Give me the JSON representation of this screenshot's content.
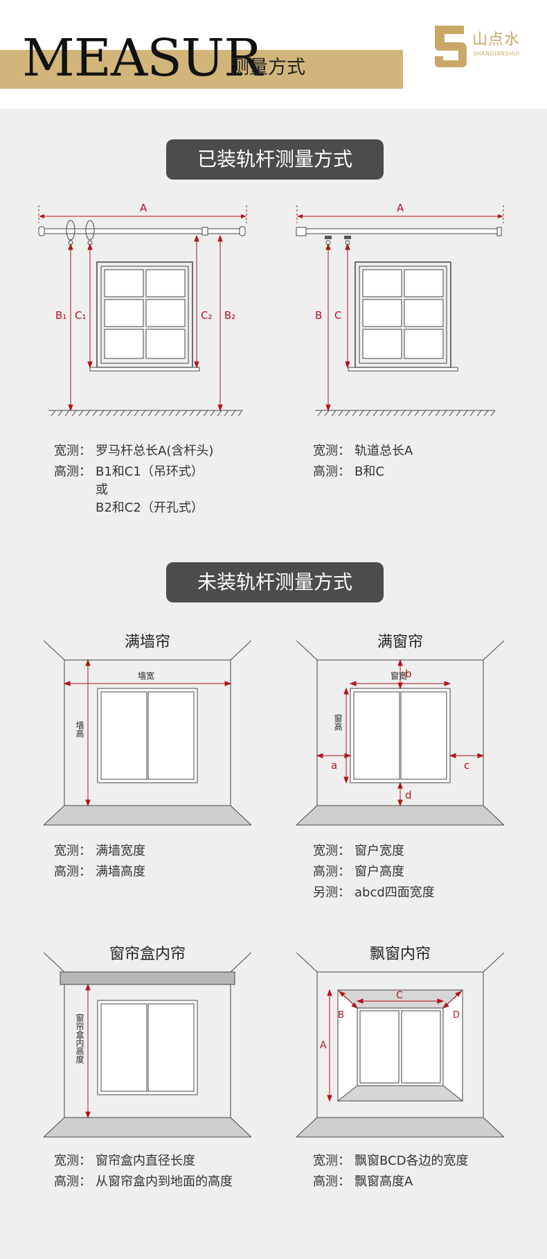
{
  "header": {
    "title_en": "MEASUR",
    "title_cn": "测量方式",
    "logo_cn": "山点水",
    "logo_en": "SHANDIANSHUI",
    "gold": "#d2b57b"
  },
  "section_installed": {
    "title": "已装轨杆测量方式",
    "roman_rod": {
      "labels": {
        "a": "A",
        "b1": "B₁",
        "c1": "C₁",
        "c2": "C₂",
        "b2": "B₂"
      },
      "width_key": "宽测：",
      "width_value": "罗马杆总长A(含杆头)",
      "height_key": "高测：",
      "height_lines": [
        "B1和C1（吊环式）",
        "或",
        "B2和C2（开孔式）"
      ]
    },
    "track": {
      "labels": {
        "a": "A",
        "b": "B",
        "c": "C"
      },
      "width_key": "宽测：",
      "width_value": "轨道总长A",
      "height_key": "高测：",
      "height_value": "B和C"
    }
  },
  "section_uninstalled": {
    "title": "未装轨杆测量方式",
    "full_wall": {
      "title": "满墙帘",
      "wall_width": "墙宽",
      "wall_height": "墙高",
      "width_key": "宽测：",
      "width_value": "满墙宽度",
      "height_key": "高测：",
      "height_value": "满墙高度"
    },
    "full_window": {
      "title": "满窗帘",
      "win_width": "窗宽",
      "win_height": "窗高",
      "labels": {
        "a": "a",
        "b": "b",
        "c": "c",
        "d": "d"
      },
      "width_key": "宽测：",
      "width_value": "窗户宽度",
      "height_key": "高测：",
      "height_value": "窗户高度",
      "other_key": "另测：",
      "other_value": "abcd四面宽度"
    },
    "box_inner": {
      "title": "窗帘盒内帘",
      "vertical_label": "窗帘盒内高度",
      "width_key": "宽测：",
      "width_value": "窗帘盒内直径长度",
      "height_key": "高测：",
      "height_value": "从窗帘盒内到地面的高度"
    },
    "bay_window": {
      "title": "飘窗内帘",
      "labels": {
        "a": "A",
        "b": "B",
        "c": "C",
        "d": "D"
      },
      "width_key": "宽测：",
      "width_value": "飘窗BCD各边的宽度",
      "height_key": "高测：",
      "height_value": "飘窗高度A"
    }
  },
  "colors": {
    "dimension_red": "#b5121b",
    "line": "#444444",
    "panel": "#efefef"
  }
}
